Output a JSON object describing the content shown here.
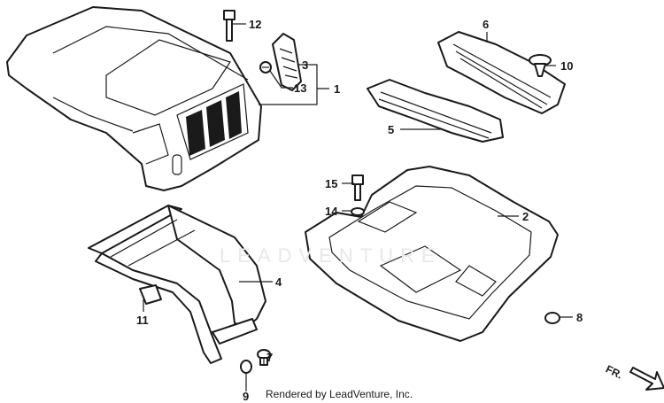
{
  "callouts": {
    "c1": "1",
    "c2": "2",
    "c3": "3",
    "c4": "4",
    "c5": "5",
    "c6": "6",
    "c7": "7",
    "c8": "8",
    "c9": "9",
    "c10": "10",
    "c11": "11",
    "c12": "12",
    "c13": "13",
    "c14": "14",
    "c15": "15"
  },
  "watermark": "LEADVENTURE",
  "footer": "Rendered by LeadVenture, Inc.",
  "direction_label": "FR.",
  "colors": {
    "line": "#1a1a1a",
    "background": "#ffffff",
    "watermark": "#e8e8e8"
  }
}
